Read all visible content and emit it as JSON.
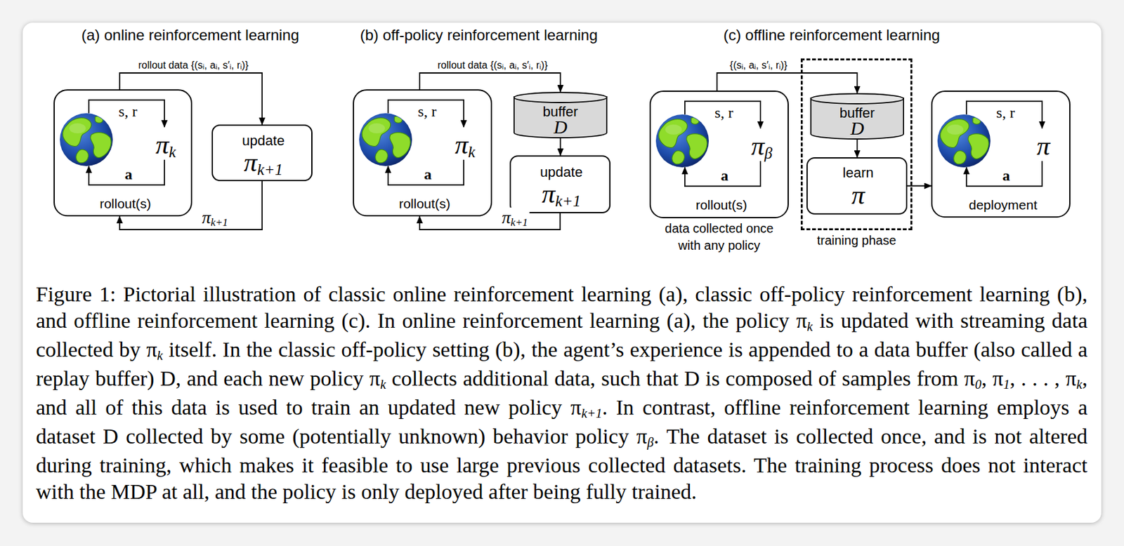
{
  "diagram": {
    "caption": "Figure 1: Pictorial illustration of classic online reinforcement learning (a), classic off-policy reinforcement learning (b), and offline reinforcement learning (c). In online reinforcement learning (a), the policy πk is updated with streaming data collected by πk itself. In the classic off-policy setting (b), the agent’s experience is appended to a data buffer (also called a replay buffer) D, and each new policy πk collects additional data, such that D is composed of samples from π0, π1, . . . , πk, and all of this data is used to train an updated new policy πk+1. In contrast, offline reinforcement learning employs a dataset D collected by some (potentially unknown) behavior policy πβ. The dataset is collected once, and is not altered during training, which makes it feasible to use large previous collected datasets. The training process does not interact with the MDP at all, and the policy is only deployed after being fully trained.",
    "nodes": [
      {
        "text": [
          "s, r",
          "πk",
          "a",
          "rollout(s)"
        ]
      },
      {
        "text": [
          "update",
          "πk+1"
        ]
      },
      {
        "text": [
          "s, r",
          "πk",
          "a",
          "rollout(s)"
        ]
      },
      {
        "text": [
          "buffer",
          "D"
        ]
      },
      {
        "text": [
          "update",
          "πk+1"
        ]
      },
      {
        "text": [
          "s, r",
          "πβ",
          "a",
          "rollout(s)",
          "data collected once with any policy"
        ]
      },
      {
        "text": [
          "training phase"
        ]
      },
      {
        "text": [
          "buffer",
          "D"
        ],
        "in": 6
      },
      {
        "text": [
          "learn",
          "π"
        ],
        "in": 6
      },
      {
        "text": [
          "s, r",
          "π",
          "a",
          "deployment"
        ]
      }
    ],
    "edges": [
      {
        "from": 0,
        "to": 1,
        "arrow": "to",
        "label": "rollout data {(sᵢ, aᵢ, s′ᵢ, rᵢ)}"
      },
      {
        "from": 1,
        "to": 0,
        "arrow": "to",
        "label": "πk+1"
      },
      {
        "from": 2,
        "to": 3,
        "arrow": "to",
        "label": "rollout data {(sᵢ, aᵢ, s′ᵢ, rᵢ)}"
      },
      {
        "from": 3,
        "to": 4,
        "arrow": "to"
      },
      {
        "from": 4,
        "to": 2,
        "arrow": "to",
        "label": "πk+1"
      },
      {
        "from": 5,
        "to": 7,
        "arrow": "to",
        "label": "{(sᵢ, aᵢ, s′ᵢ, rᵢ)}"
      },
      {
        "from": 7,
        "to": 8,
        "arrow": "to"
      },
      {
        "from": 8,
        "to": 9,
        "arrow": "to"
      }
    ],
    "labels": [
      "(a) online reinforcement learning",
      "(b) off-policy reinforcement learning",
      "(c) offline reinforcement learning"
    ]
  }
}
